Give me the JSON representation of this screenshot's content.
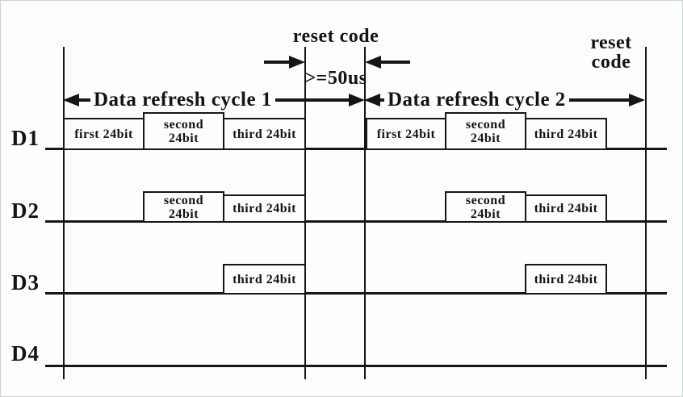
{
  "diagram": {
    "top_annotation": {
      "line1": "reset code",
      "line2": ">=50us"
    },
    "right_annotation": {
      "label": "reset\ncode"
    },
    "cycle1_label": "Data refresh cycle 1",
    "cycle2_label": "Data refresh cycle 2",
    "rows": [
      {
        "label": "D1",
        "boxes": [
          {
            "label": "first 24bit"
          },
          {
            "label": "second\n24bit"
          },
          {
            "label": "third 24bit"
          },
          {
            "label": "first 24bit"
          },
          {
            "label": "second\n24bit"
          },
          {
            "label": "third 24bit"
          }
        ]
      },
      {
        "label": "D2",
        "boxes": [
          {
            "label": "second\n24bit"
          },
          {
            "label": "third 24bit"
          },
          {
            "label": "second\n24bit"
          },
          {
            "label": "third 24bit"
          }
        ]
      },
      {
        "label": "D3",
        "boxes": [
          {
            "label": "third 24bit"
          },
          {
            "label": "third 24bit"
          }
        ]
      },
      {
        "label": "D4",
        "boxes": []
      }
    ],
    "colors": {
      "line": "#161616",
      "background": "#fdfdfd",
      "frame_border": "#ccd2d9"
    }
  }
}
